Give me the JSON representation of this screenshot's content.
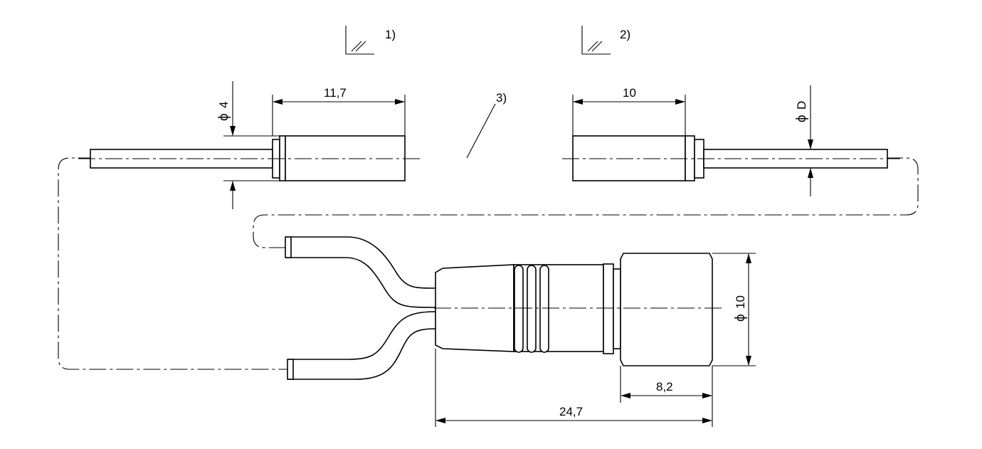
{
  "callouts": {
    "note1": "1)",
    "note2": "2)",
    "note3": "3)"
  },
  "dimensions": {
    "left_length": "11,7",
    "right_length": "10",
    "left_diameter_value": "4",
    "right_diameter_value": "D",
    "diameter_symbol": "ϕ",
    "connector_diameter_value": "10",
    "nut_length": "8,2",
    "overall_length": "24,7"
  }
}
